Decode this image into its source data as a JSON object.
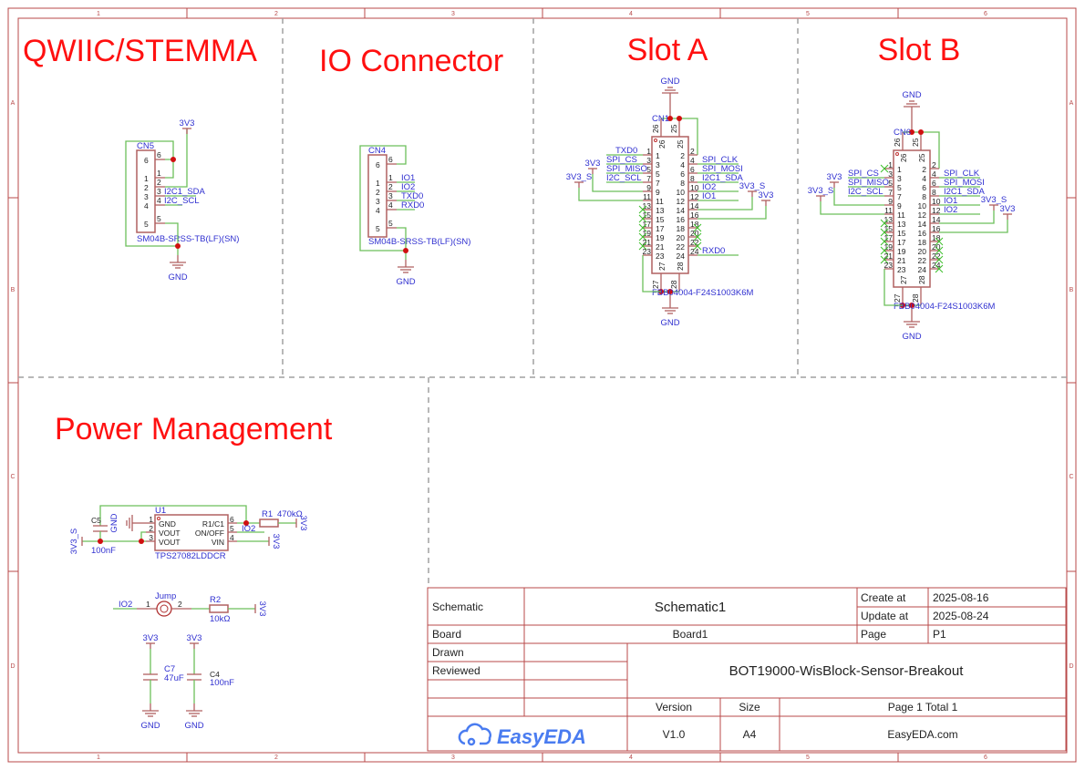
{
  "frame": {
    "columns": [
      "1",
      "2",
      "3",
      "4",
      "5",
      "6"
    ],
    "rows": [
      "A",
      "B",
      "C",
      "D"
    ]
  },
  "sections": {
    "qwiic": "QWIIC/STEMMA",
    "io": "IO Connector",
    "slot_a": "Slot A",
    "slot_b": "Slot B",
    "power": "Power Management"
  },
  "qwiic": {
    "ref": "CN5",
    "part": "SM04B-SRSS-TB(LF)(SN)",
    "power": "3V3",
    "gnd": "GND",
    "pins": [
      "6",
      "1",
      "2",
      "3",
      "4",
      "5"
    ],
    "nets": [
      "I2C1_SDA",
      "I2C_SCL"
    ]
  },
  "io": {
    "ref": "CN4",
    "part": "SM04B-SRSS-TB(LF)(SN)",
    "gnd": "GND",
    "pins": [
      "6",
      "1",
      "2",
      "3",
      "4",
      "5"
    ],
    "nets": [
      "IO1",
      "IO2",
      "TXD0",
      "RXD0"
    ]
  },
  "slot_a": {
    "ref": "CN1",
    "part": "FBB04004-F24S1003K6M",
    "gnd": "GND",
    "top_pins": [
      "26",
      "25"
    ],
    "bottom_pins": [
      "27",
      "28"
    ],
    "left_pins": [
      "1",
      "3",
      "5",
      "7",
      "9",
      "11",
      "13",
      "15",
      "17",
      "19",
      "21",
      "23"
    ],
    "right_pins": [
      "2",
      "4",
      "6",
      "8",
      "10",
      "12",
      "14",
      "16",
      "18",
      "20",
      "22",
      "24"
    ],
    "left_nets": [
      "TXD0",
      "SPI_CS",
      "SPI_MISO",
      "I2C_SCL",
      "3V3",
      "3V3_S",
      null,
      null,
      null,
      null,
      null,
      null
    ],
    "right_nets": [
      null,
      "SPI_CLK",
      "SPI_MOSI",
      "I2C1_SDA",
      "IO2",
      "IO1",
      "3V3_S",
      "3V3",
      null,
      null,
      null,
      "RXD0"
    ]
  },
  "slot_b": {
    "ref": "CN6",
    "part": "FBB04004-F24S1003K6M",
    "gnd": "GND",
    "top_pins": [
      "26",
      "25"
    ],
    "bottom_pins": [
      "27",
      "28"
    ],
    "left_pins": [
      "1",
      "3",
      "5",
      "7",
      "9",
      "11",
      "13",
      "15",
      "17",
      "19",
      "21",
      "23"
    ],
    "right_pins": [
      "2",
      "4",
      "6",
      "8",
      "10",
      "12",
      "14",
      "16",
      "18",
      "20",
      "22",
      "24"
    ],
    "left_nets": [
      null,
      "SPI_CS",
      "SPI_MISO",
      "I2C_SCL",
      "3V3",
      "3V3_S",
      null,
      null,
      null,
      null,
      null,
      null
    ],
    "right_nets": [
      null,
      "SPI_CLK",
      "SPI_MOSI",
      "I2C1_SDA",
      "IO1",
      "IO2",
      "3V3_S",
      "3V3",
      null,
      null,
      null,
      null
    ]
  },
  "power": {
    "u1": {
      "ref": "U1",
      "part": "TPS27082LDDCR",
      "left_pins": [
        {
          "num": "1",
          "name": "GND"
        },
        {
          "num": "2",
          "name": "VOUT"
        },
        {
          "num": "3",
          "name": "VOUT"
        }
      ],
      "right_pins": [
        {
          "num": "6",
          "name": "R1/C1"
        },
        {
          "num": "5",
          "name": "ON/OFF"
        },
        {
          "num": "4",
          "name": "VIN"
        }
      ]
    },
    "c5": {
      "ref": "C5",
      "value": "100nF"
    },
    "r1": {
      "ref": "R1",
      "value": "470kΩ"
    },
    "gnd": "GND",
    "v33": "3V3",
    "v33s": "3V3_S",
    "io2": "IO2",
    "jump": {
      "ref": "Jump",
      "pin1": "1",
      "pin2": "2",
      "net": "IO2"
    },
    "r2": {
      "ref": "R2",
      "value": "10kΩ",
      "net": "3V3"
    },
    "c7": {
      "ref": "C7",
      "value": "47uF",
      "power": "3V3",
      "gnd": "GND"
    },
    "c4": {
      "ref": "C4",
      "value": "100nF",
      "power": "3V3",
      "gnd": "GND"
    }
  },
  "title_block": {
    "schematic_label": "Schematic",
    "schematic_value": "Schematic1",
    "create_label": "Create at",
    "create_value": "2025-08-16",
    "update_label": "Update at",
    "update_value": "2025-08-24",
    "board_label": "Board",
    "board_value": "Board1",
    "page_label": "Page",
    "page_value": "P1",
    "drawn_label": "Drawn",
    "reviewed_label": "Reviewed",
    "project_name": "BOT19000-WisBlock-Sensor-Breakout",
    "version_label": "Version",
    "size_label": "Size",
    "page_total": "Page  1  Total  1",
    "version_value": "V1.0",
    "size_value": "A4",
    "site": "EasyEDA.com",
    "logo_text": "EasyEDA",
    "logo_color": "#4a7cf0"
  }
}
